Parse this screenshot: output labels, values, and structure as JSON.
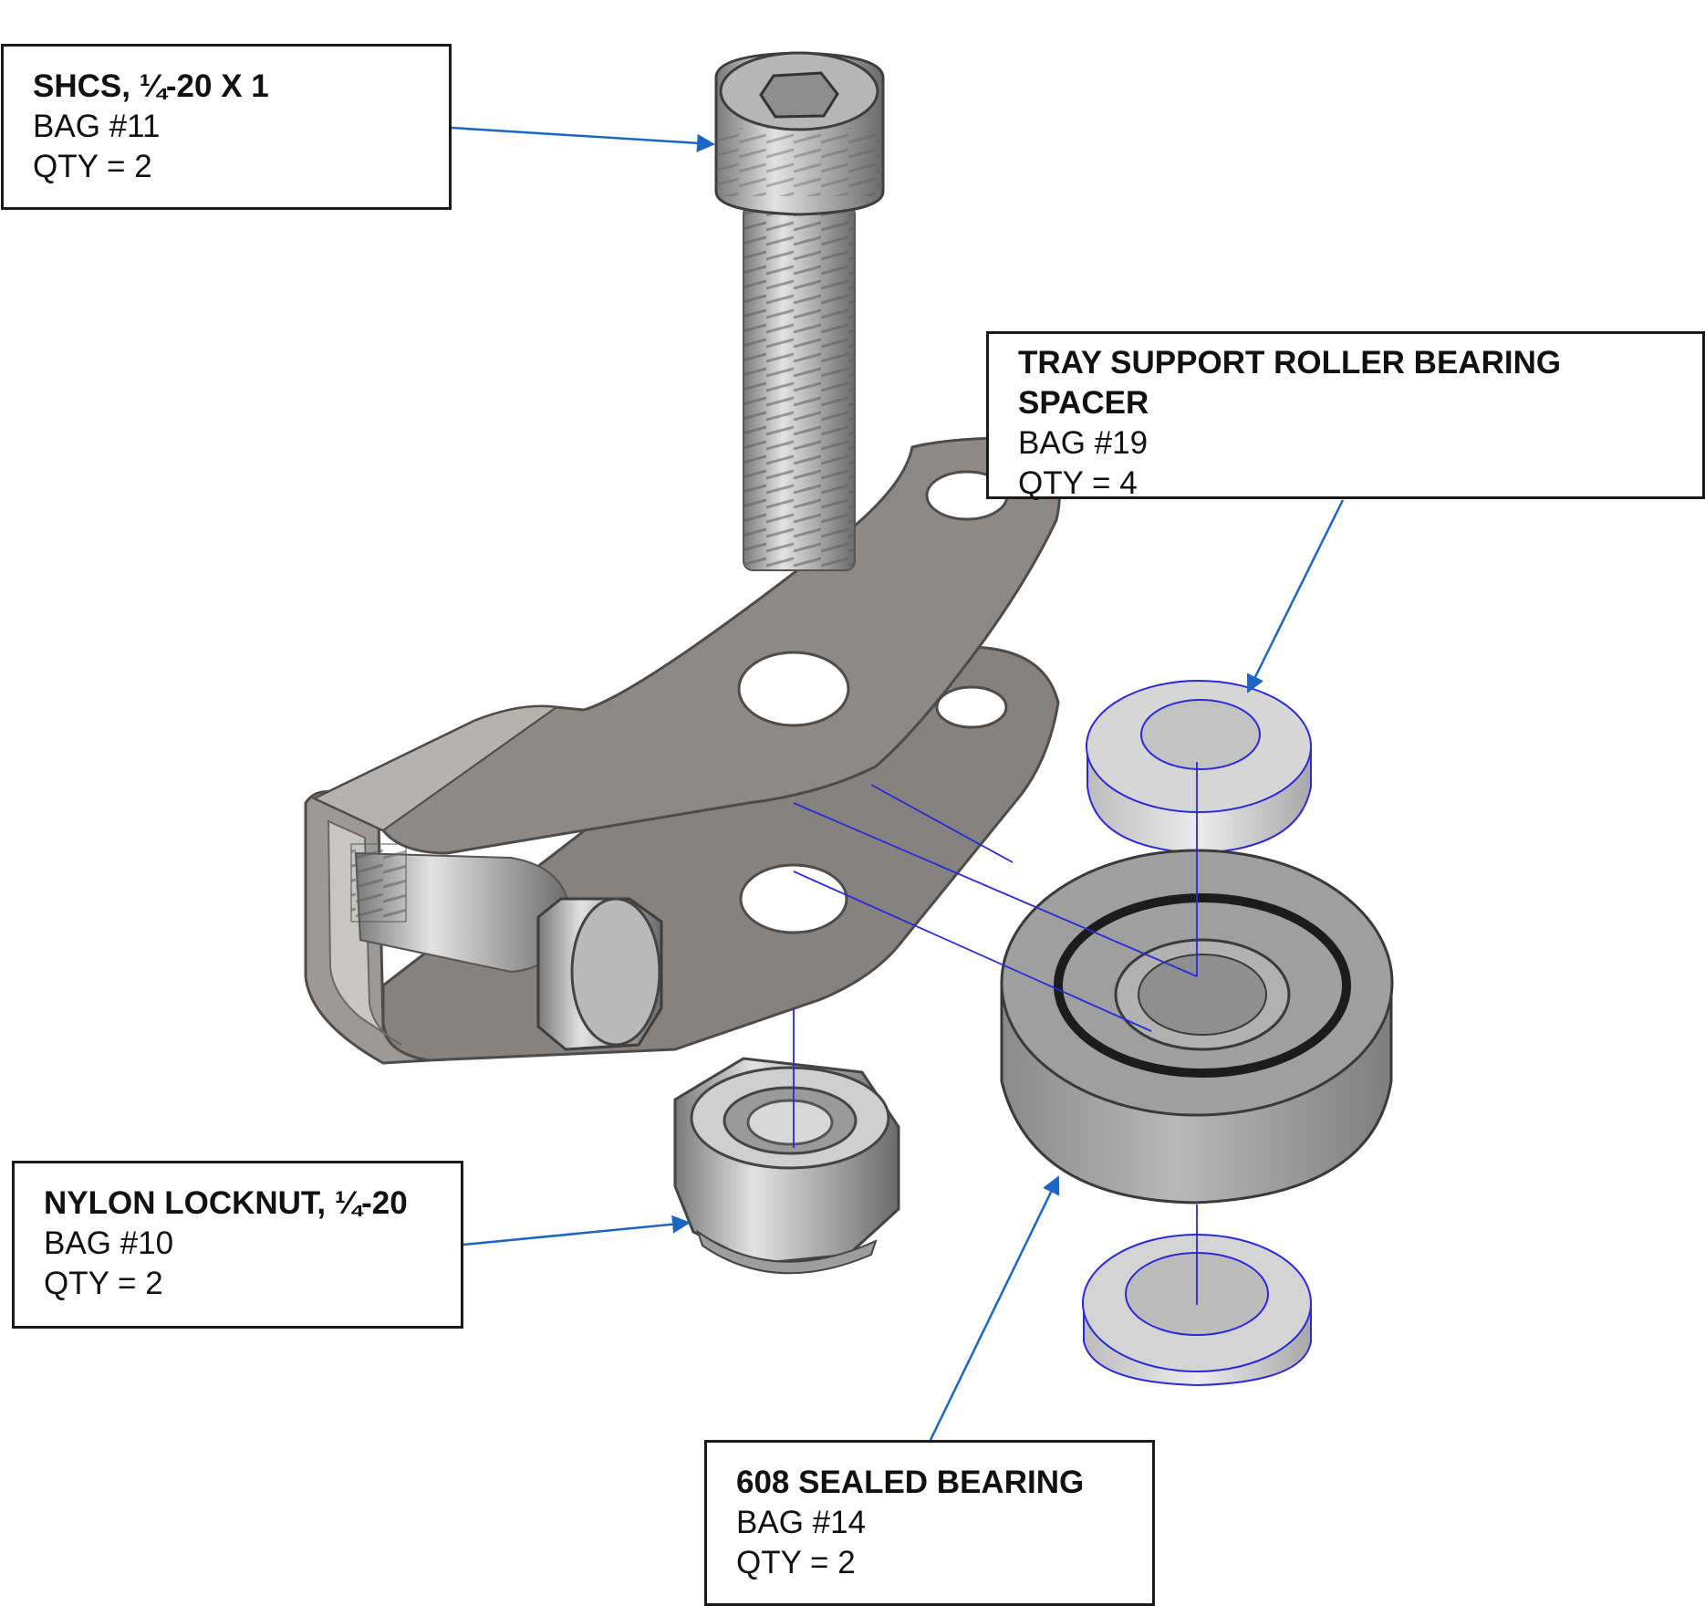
{
  "colors": {
    "leader": "#1a66c2",
    "axis": "#2a2ad8",
    "metal_dark": "#6f6d6a",
    "metal_mid": "#a7a7a7",
    "metal_light": "#d9d9d9",
    "seal": "#1c1c1c"
  },
  "callouts": {
    "shcs": {
      "title": "SHCS, ¼-20 X 1",
      "bag": "BAG #11",
      "qty": "QTY = 2"
    },
    "spacer": {
      "title_line1": "TRAY SUPPORT ROLLER BEARING",
      "title_line2": "SPACER",
      "bag": "BAG #19",
      "qty": "QTY = 4"
    },
    "locknut": {
      "title": "NYLON LOCKNUT, ¼-20",
      "bag": "BAG #10",
      "qty": "QTY = 2"
    },
    "bearing": {
      "title": "608 SEALED BEARING",
      "bag": "BAG #14",
      "qty": "QTY = 2"
    }
  }
}
